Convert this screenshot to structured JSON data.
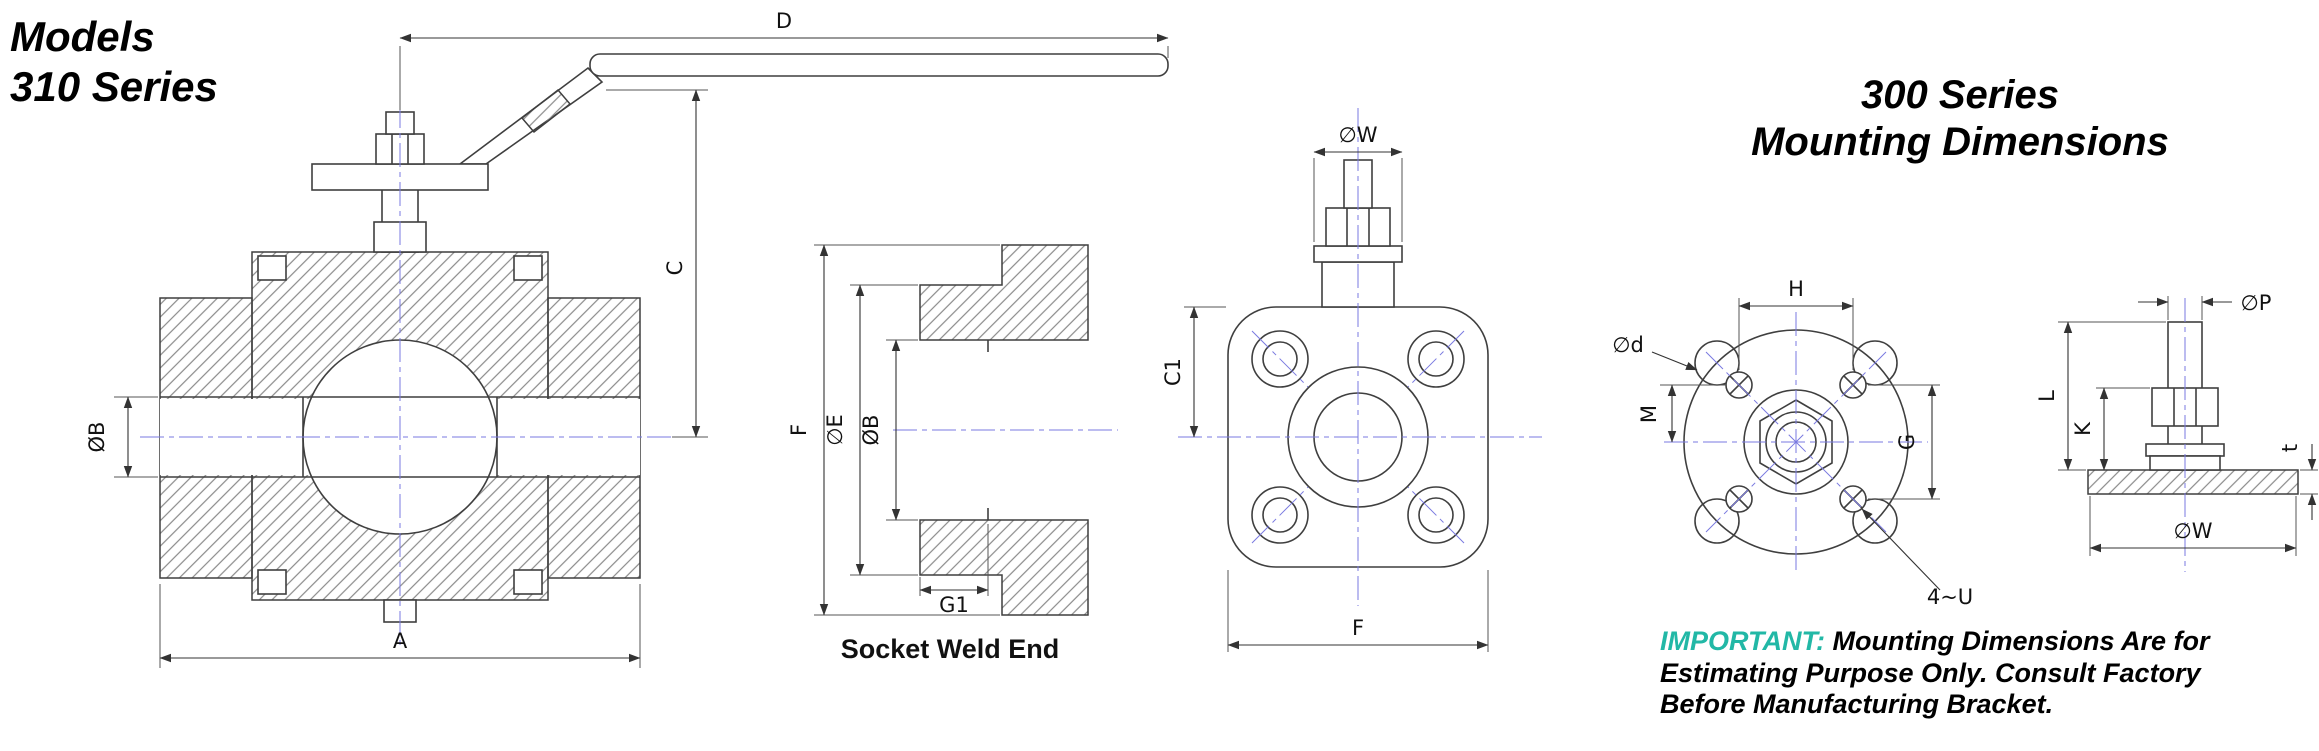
{
  "titles": {
    "models_line1": "Models",
    "models_line2": "310 Series",
    "mounting_line1": "300 Series",
    "mounting_line2": "Mounting Dimensions",
    "socket_weld_caption": "Socket Weld End"
  },
  "front_view": {
    "dim_d": "D",
    "dim_c": "C",
    "dim_b": "ØB",
    "dim_a": "A"
  },
  "socket_view": {
    "dim_f": "F",
    "dim_e": "∅E",
    "dim_b": "ØB",
    "dim_g1": "G1"
  },
  "top_view": {
    "dim_w": "∅W",
    "dim_c1": "C1",
    "dim_f": "F"
  },
  "mount_front": {
    "dim_d": "∅d",
    "dim_h": "H",
    "dim_m": "M",
    "dim_g": "G",
    "dim_u": "4~U"
  },
  "mount_side": {
    "dim_p": "∅P",
    "dim_k": "K",
    "dim_l": "L",
    "dim_t": "t",
    "dim_w": "∅W"
  },
  "note": {
    "label": "IMPORTANT:",
    "line1": "Mounting Dimensions Are for",
    "line2": "Estimating Purpose Only.  Consult Factory",
    "line3": "Before Manufacturing Bracket."
  },
  "colors": {
    "line": "#3f3f3f",
    "centerline": "#7a7ae0",
    "accent_teal": "#22b8a6"
  }
}
